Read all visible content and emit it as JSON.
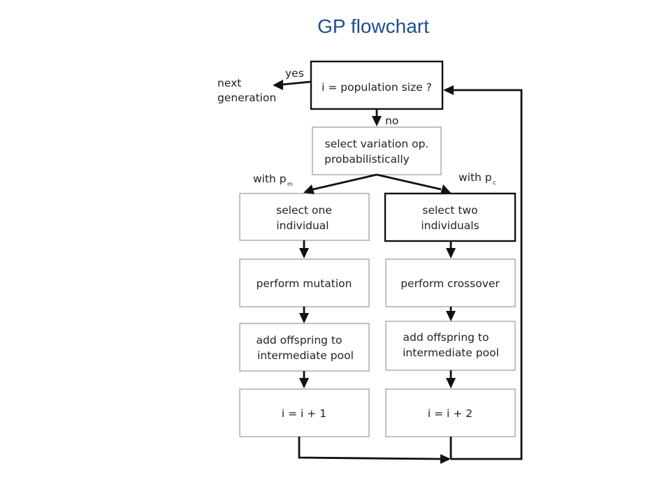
{
  "title": "GP flowchart",
  "nodes": {
    "check": [
      "i = population size ?"
    ],
    "select_op": [
      "select variation op.",
      "probabilistically"
    ],
    "select_one": [
      "select one",
      "individual"
    ],
    "select_two": [
      "select two",
      "individuals"
    ],
    "mutation": [
      "perform mutation"
    ],
    "crossover": [
      "perform crossover"
    ],
    "add_left": [
      "add offspring to",
      "intermediate pool"
    ],
    "add_right": [
      "add offspring to",
      "intermediate pool"
    ],
    "inc_one": [
      "i = i + 1"
    ],
    "inc_two": [
      "i = i + 2"
    ]
  },
  "labels": {
    "yes": "yes",
    "no": "no",
    "next": [
      "next",
      "generation"
    ],
    "with_left": "with p",
    "with_left_sub": "m",
    "with_right": "with p",
    "with_right_sub": "c"
  }
}
